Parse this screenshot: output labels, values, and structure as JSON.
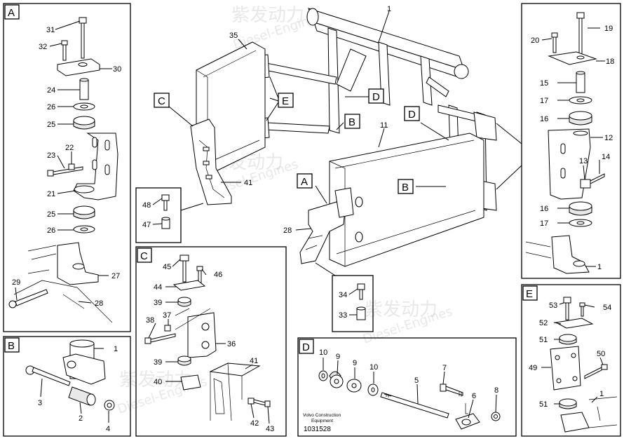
{
  "watermark": {
    "cn": "紫发动力",
    "en": "Diesel-Engines"
  },
  "panels": {
    "A": "A",
    "B": "B",
    "C": "C",
    "D": "D",
    "E": "E"
  },
  "callouts": {
    "C": "C",
    "E": "E",
    "D": "D",
    "B": "B",
    "D2": "D",
    "A": "A",
    "B2": "B"
  },
  "labels": {
    "n1": "1",
    "n35": "35",
    "n11": "11",
    "n41": "41",
    "n28": "28",
    "n48": "48",
    "n47": "47",
    "n34": "34",
    "n33": "33",
    "a31": "31",
    "a32": "32",
    "a30": "30",
    "a24": "24",
    "a26": "26",
    "a25": "25",
    "a23": "23",
    "a22": "22",
    "a21": "21",
    "a25b": "25",
    "a26b": "26",
    "a27": "27",
    "a29": "29",
    "a28": "28",
    "b1": "1",
    "b3": "3",
    "b2": "2",
    "b4": "4",
    "c45": "45",
    "c46": "46",
    "c44": "44",
    "c39": "39",
    "c37": "37",
    "c38": "38",
    "c36": "36",
    "c39b": "39",
    "c40": "40",
    "c41": "41",
    "c42": "42",
    "c43": "43",
    "d10": "10",
    "d9": "9",
    "d9b": "9",
    "d10b": "10",
    "d7": "7",
    "d5": "5",
    "d6": "6",
    "d8": "8",
    "r19": "19",
    "r20": "20",
    "r18": "18",
    "r15": "15",
    "r17": "17",
    "r16": "16",
    "r12": "12",
    "r14": "14",
    "r13": "13",
    "r16b": "16",
    "r17b": "17",
    "r1": "1",
    "e53": "53",
    "e54": "54",
    "e52": "52",
    "e51": "51",
    "e50": "50",
    "e49": "49",
    "e1": "1",
    "e51b": "51"
  },
  "footer": {
    "line1": "Volvo Construction",
    "line2": "Equipment",
    "code": "1031528"
  }
}
